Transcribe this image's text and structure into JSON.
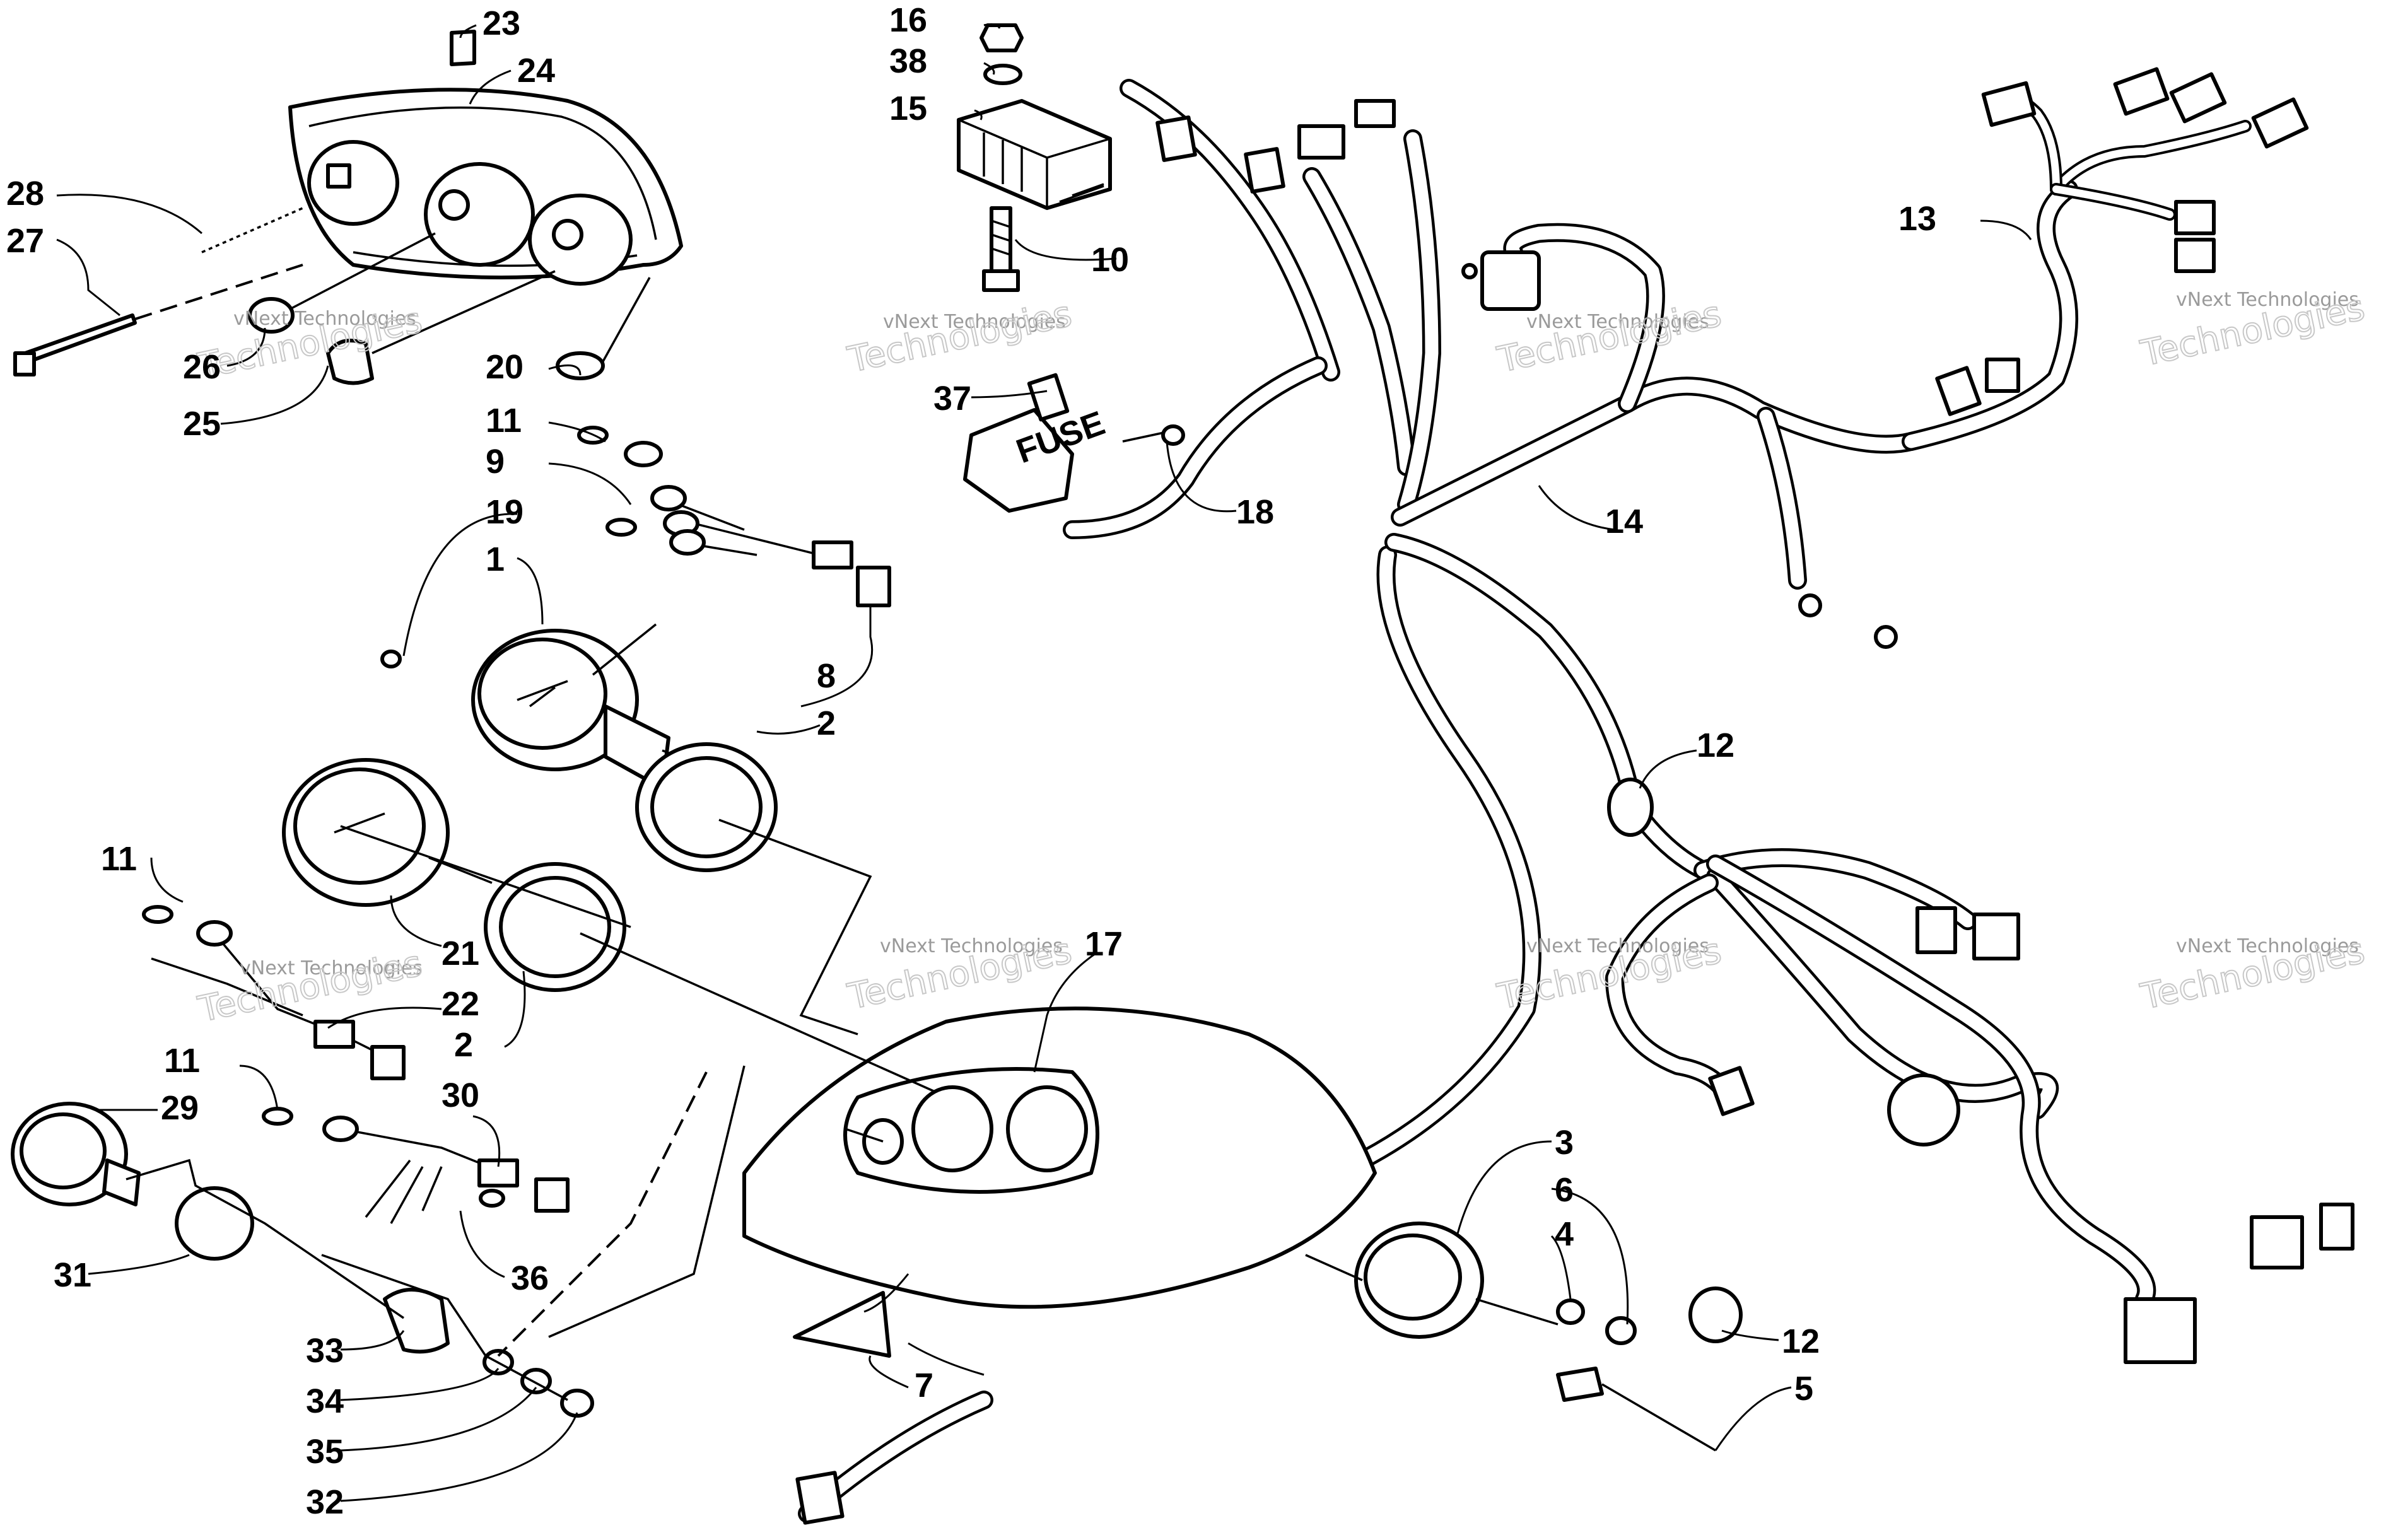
{
  "watermark": {
    "line1": "vNext Technologies",
    "line2": "Technologies"
  },
  "callouts": {
    "c1": "1",
    "c2a": "2",
    "c2b": "2",
    "c3": "3",
    "c4": "4",
    "c5": "5",
    "c6": "6",
    "c7": "7",
    "c8": "8",
    "c9": "9",
    "c10": "10",
    "c11a": "11",
    "c11b": "11",
    "c11c": "11",
    "c12a": "12",
    "c12b": "12",
    "c13": "13",
    "c14": "14",
    "c15": "15",
    "c16": "16",
    "c17": "17",
    "c18": "18",
    "c19": "19",
    "c20": "20",
    "c21": "21",
    "c22": "22",
    "c23": "23",
    "c24": "24",
    "c25": "25",
    "c26": "26",
    "c27": "27",
    "c28": "28",
    "c29": "29",
    "c30": "30",
    "c31": "31",
    "c32": "32",
    "c33": "33",
    "c34": "34",
    "c35": "35",
    "c36": "36",
    "c37": "37",
    "c38": "38"
  },
  "labels": {
    "fuse": "FUSE"
  }
}
